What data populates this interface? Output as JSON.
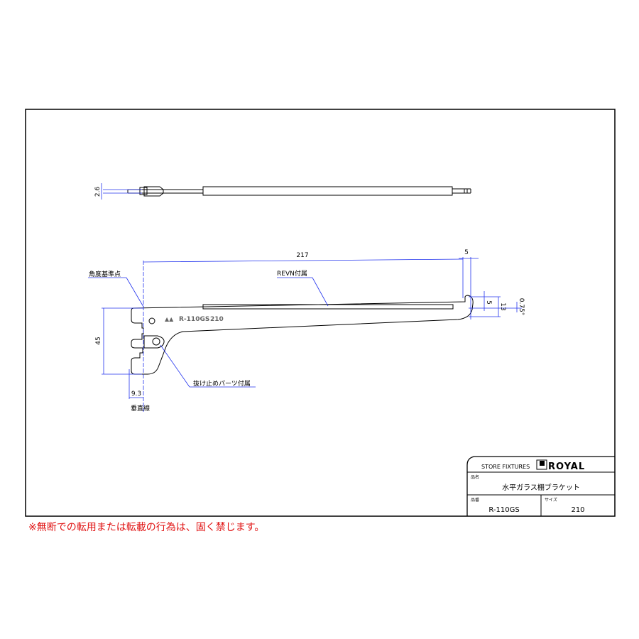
{
  "drawing": {
    "dim_thickness": "2.6",
    "dim_length": "217",
    "dim_hook_width": "5",
    "label_angle_reference": "角度基準点",
    "label_revn": "REVN付属",
    "dim_hook_height": "5",
    "dim_end_height": "13",
    "dim_angle": "0.75°",
    "dim_height": "45",
    "dim_offset": "9.3",
    "label_vertical_line": "垂直線",
    "label_stopper": "抜け止めパーツ付属",
    "emboss_model": "R-110GS",
    "emboss_size": "210"
  },
  "title_block": {
    "company_tag": "STORE FIXTURES",
    "brand": "ROYAL",
    "name_label": "品名",
    "product_name": "水平ガラス棚ブラケット",
    "part_no_label": "品番",
    "part_no": "R-110GS",
    "size_label": "サイズ",
    "size": "210"
  },
  "warning": "※無断での転用または転載の行為は、固く禁じます。",
  "colors": {
    "dimension": "#2233ee",
    "warning": "#e01010"
  }
}
